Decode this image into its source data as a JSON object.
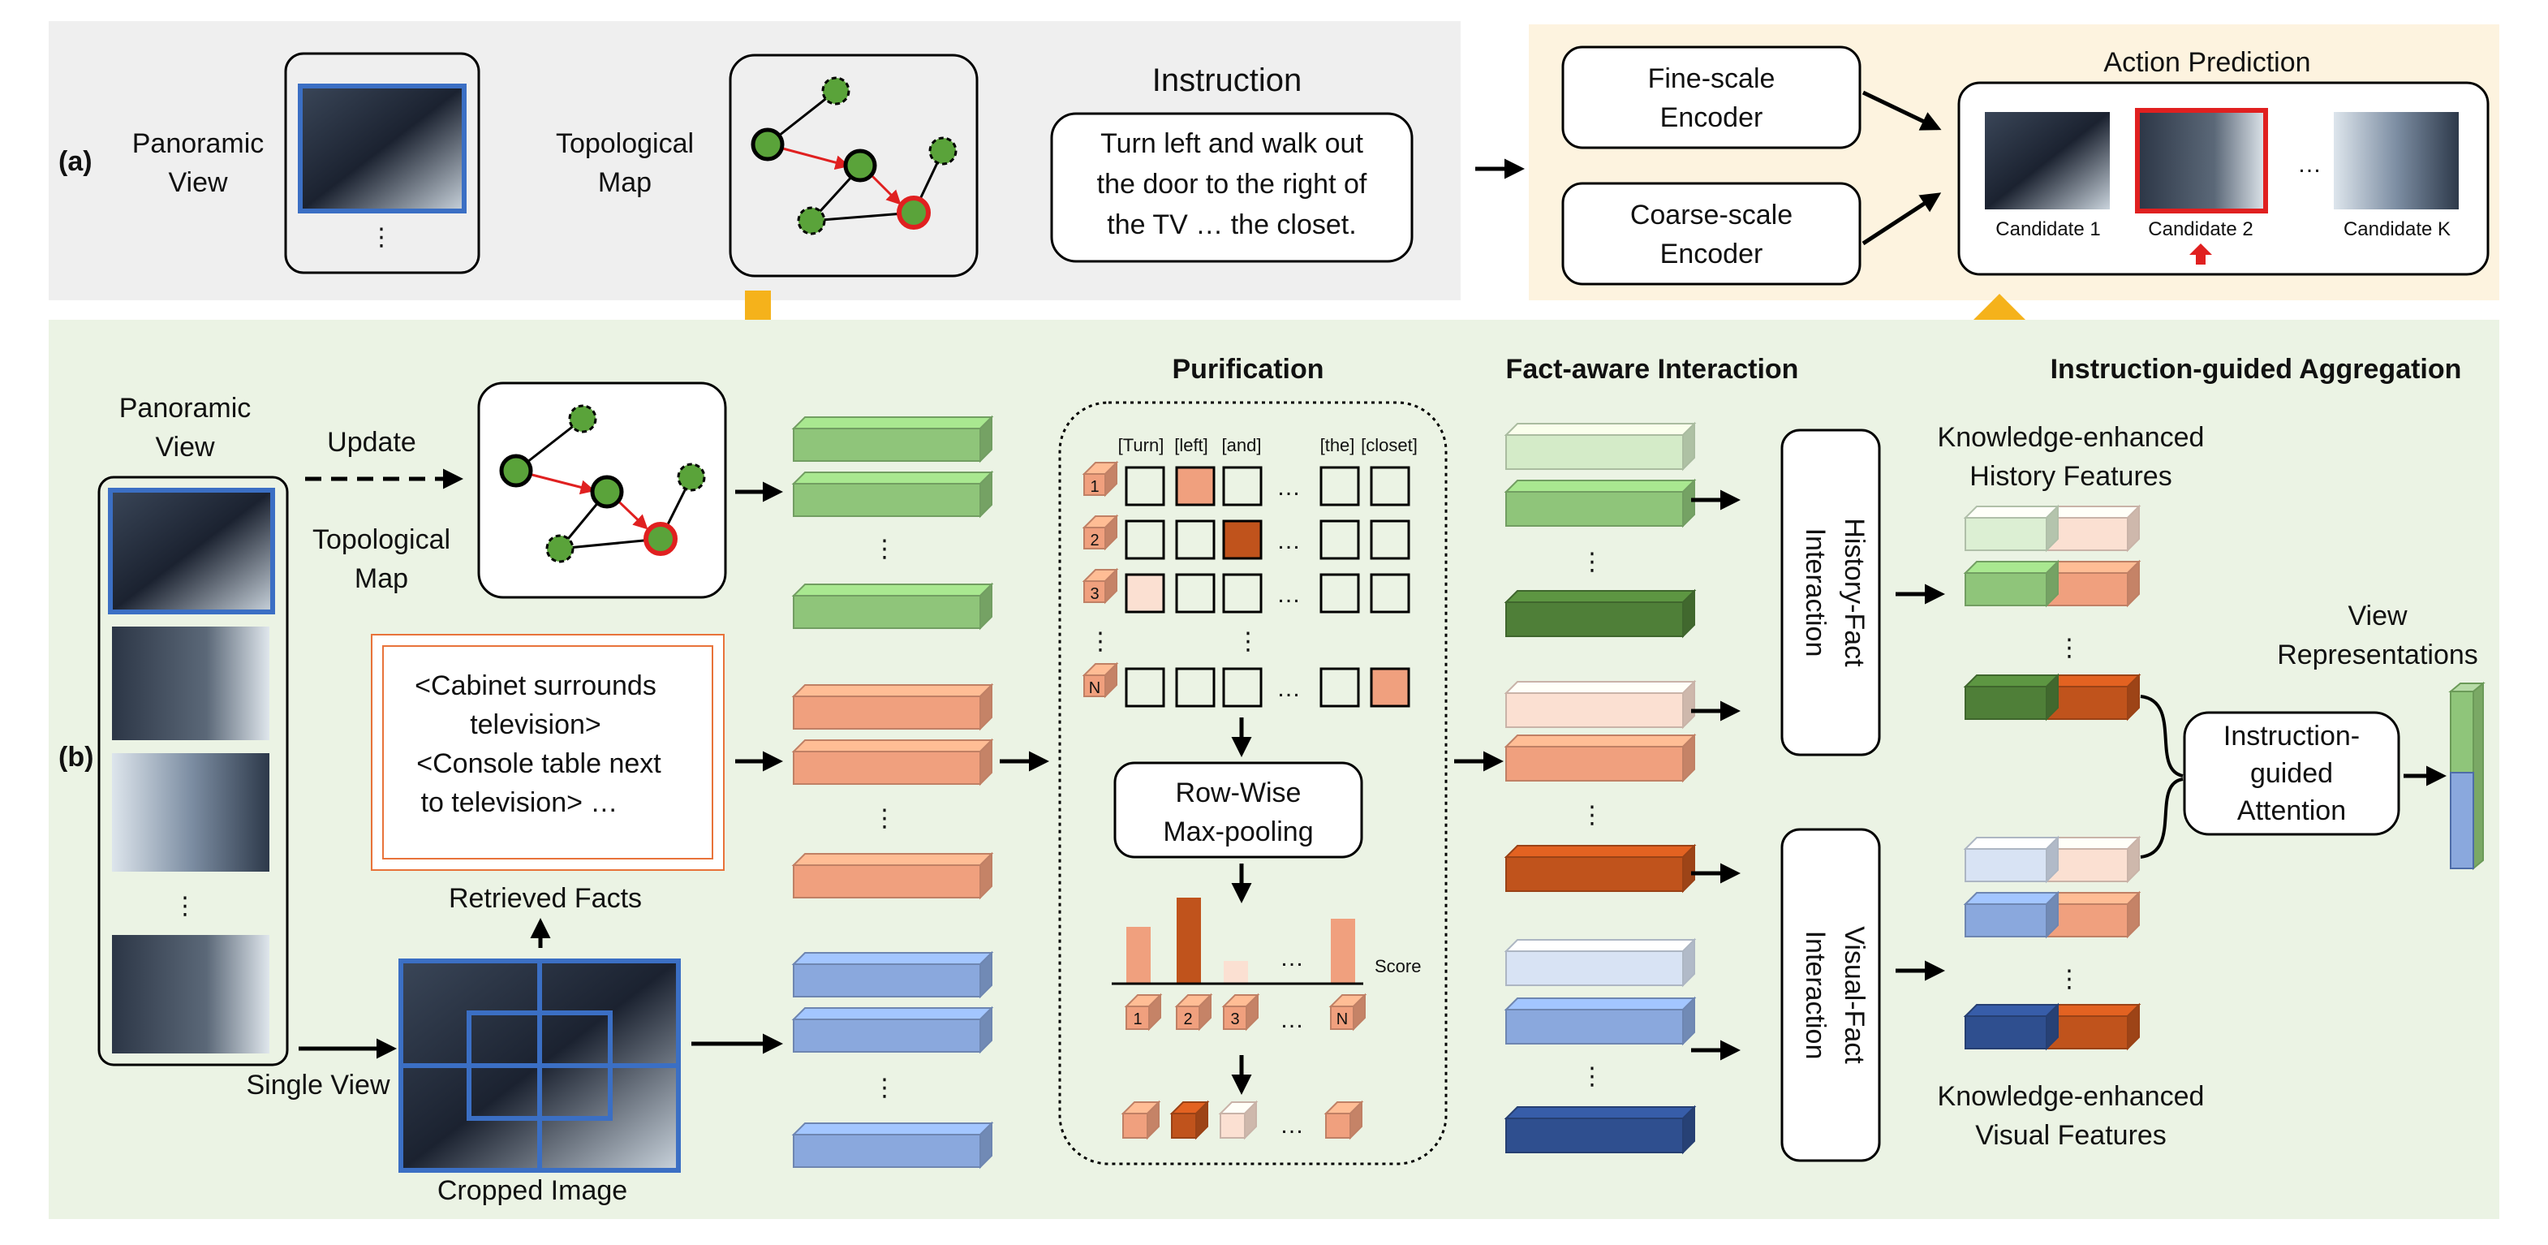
{
  "panel_a": {
    "label": "(a)",
    "panoramic_label_line1": "Panoramic",
    "panoramic_label_line2": "View",
    "ellipsis": "⋮",
    "topo_label_line1": "Topological",
    "topo_label_line2": "Map",
    "instruction_title": "Instruction",
    "instruction_line1": "Turn left and walk out",
    "instruction_line2": "the door to the right of",
    "instruction_line3": "the TV … the closet."
  },
  "action_prediction": {
    "fine_encoder_line1": "Fine-scale",
    "fine_encoder_line2": "Encoder",
    "coarse_encoder_line1": "Coarse-scale",
    "coarse_encoder_line2": "Encoder",
    "title": "Action Prediction",
    "candidates": [
      "Candidate 1",
      "Candidate 2",
      "Candidate K"
    ],
    "dots": "…"
  },
  "panel_b": {
    "label": "(b)",
    "panoramic_label_line1": "Panoramic",
    "panoramic_label_line2": "View",
    "update_label": "Update",
    "topo_label_line1": "Topological",
    "topo_label_line2": "Map",
    "facts_line1": "<Cabinet surrounds",
    "facts_line2": "television>",
    "facts_line3": "<Console table next",
    "facts_line4": "to television> …",
    "retrieved_facts": "Retrieved Facts",
    "single_view": "Single View",
    "cropped_image": "Cropped Image",
    "vdots": "⋮"
  },
  "purification": {
    "title": "Purification",
    "tokens": [
      "[Turn]",
      "[left]",
      "[and]",
      "[the]",
      "[closet]"
    ],
    "row_labels": [
      "1",
      "2",
      "3",
      "N"
    ],
    "pooling_line1": "Row-Wise",
    "pooling_line2": "Max-pooling",
    "score_label": "Score",
    "dots": "…"
  },
  "fact_interaction": {
    "title": "Fact-aware Interaction",
    "history_line1": "History-Fact",
    "history_line2": "Interaction",
    "visual_line1": "Visual-Fact",
    "visual_line2": "Interaction"
  },
  "aggregation": {
    "title": "Instruction-guided Aggregation",
    "history_feat_line1": "Knowledge-enhanced",
    "history_feat_line2": "History Features",
    "visual_feat_line1": "Knowledge-enhanced",
    "visual_feat_line2": "Visual Features",
    "attention_line1": "Instruction-",
    "attention_line2": "guided",
    "attention_line3": "Attention",
    "view_rep_line1": "View",
    "view_rep_line2": "Representations"
  },
  "colors": {
    "panel_a_bg": "#efefef",
    "action_bg": "#fdf3df",
    "panel_b_bg": "#ebf3e4",
    "green": "#8fc57a",
    "orange": "#f0a07e",
    "dark_orange": "#c0531c",
    "blue": "#8aa8dd",
    "dark_blue": "#2f4f8f",
    "dark_green": "#4f7f38",
    "arrow_yellow": "#f5b21b",
    "node_green": "#5aa33a",
    "edge_red": "#e02020"
  }
}
